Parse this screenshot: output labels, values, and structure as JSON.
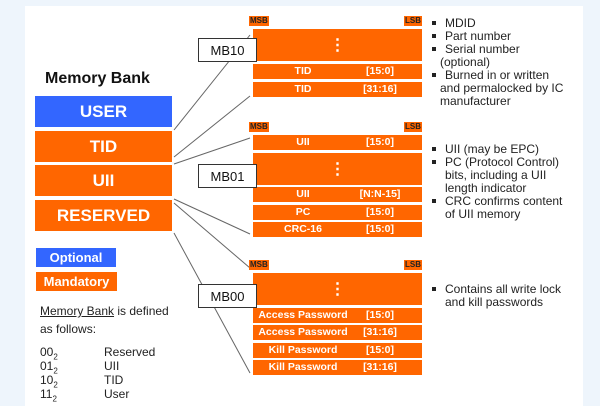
{
  "left": {
    "title": "Memory Bank",
    "banks": [
      {
        "label": "USER",
        "color": "#3366ff"
      },
      {
        "label": "TID",
        "color": "#ff6600"
      },
      {
        "label": "UII",
        "color": "#ff6600"
      },
      {
        "label": "RESERVED",
        "color": "#ff6600"
      }
    ],
    "legend": [
      {
        "label": "Optional",
        "color": "#3366ff"
      },
      {
        "label": "Mandatory",
        "color": "#ff6600"
      }
    ],
    "definition": {
      "underlined": "Memory Bank",
      "rest_line1": " is defined",
      "line2": "as follows:",
      "rows": [
        {
          "code": "00",
          "base": "2",
          "name": "Reserved"
        },
        {
          "code": "01",
          "base": "2",
          "name": "UII"
        },
        {
          "code": "10",
          "base": "2",
          "name": "TID"
        },
        {
          "code": "11",
          "base": "2",
          "name": "User"
        }
      ]
    }
  },
  "banks_detail": {
    "msb_label": "MSB",
    "lsb_label": "LSB",
    "ellipsis": "⋮",
    "mb10": {
      "name": "MB10",
      "rows": [
        {
          "field": "TID",
          "bits": "[15:0]"
        },
        {
          "field": "TID",
          "bits": "[31:16]"
        }
      ],
      "notes": [
        {
          "text": "MDID"
        },
        {
          "text": "Part number"
        },
        {
          "text": "Serial number",
          "cont": "(optional)"
        },
        {
          "text": "Burned in or written",
          "cont": "and permalocked by IC manufacturer"
        }
      ]
    },
    "mb01": {
      "name": "MB01",
      "top_row": {
        "field": "UII",
        "bits": "[15:0]"
      },
      "rows": [
        {
          "field": "UII",
          "bits": "[N:N-15]"
        },
        {
          "field": "PC",
          "bits": "[15:0]"
        },
        {
          "field": "CRC-16",
          "bits": "[15:0]"
        }
      ],
      "notes": [
        {
          "text": "UII (may be EPC)"
        },
        {
          "text": "PC (Protocol Control)",
          "cont": "bits, including a UII length indicator"
        },
        {
          "text": "CRC confirms content",
          "cont": "of UII memory"
        }
      ]
    },
    "mb00": {
      "name": "MB00",
      "rows": [
        {
          "field": "Access Password",
          "bits": "[15:0]"
        },
        {
          "field": "Access Password",
          "bits": "[31:16]"
        },
        {
          "field": "Kill Password",
          "bits": "[15:0]"
        },
        {
          "field": "Kill Password",
          "bits": "[31:16]"
        }
      ],
      "notes": [
        {
          "text": "Contains all write lock",
          "cont": "and kill passwords"
        }
      ]
    }
  }
}
